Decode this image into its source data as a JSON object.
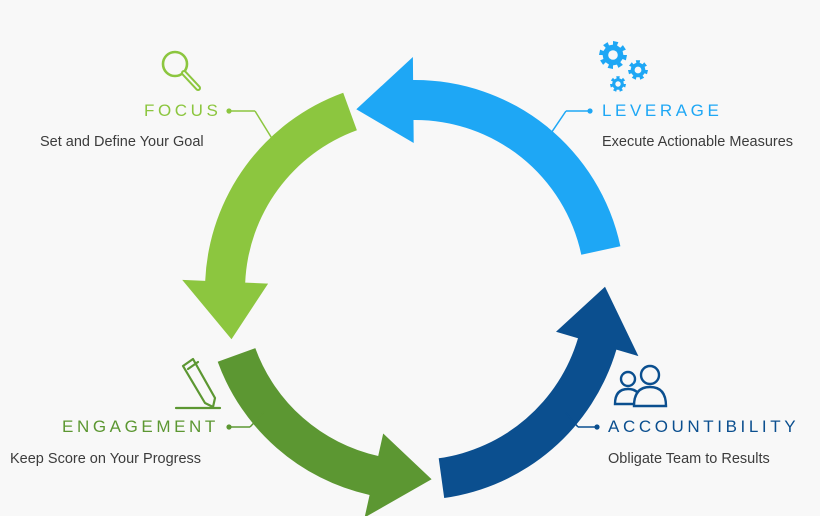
{
  "colors": {
    "background": "#f8f8f8",
    "focus": "#8cc63f",
    "leverage": "#1ea7f5",
    "engagement": "#5c9732",
    "accountability": "#0b4f8f",
    "text": "#3c3c3c"
  },
  "stages": {
    "focus": {
      "title": "FOCUS",
      "description": "Set and Define Your Goal",
      "icon": "magnifier-icon"
    },
    "leverage": {
      "title": "LEVERAGE",
      "description": "Execute Actionable Measures",
      "icon": "gears-icon"
    },
    "engagement": {
      "title": "ENGAGEMENT",
      "description": "Keep Score on Your Progress",
      "icon": "pen-icon"
    },
    "accountability": {
      "title": "ACCOUNTIBILITY",
      "description": "Obligate Team to Results",
      "icon": "team-icon"
    }
  }
}
